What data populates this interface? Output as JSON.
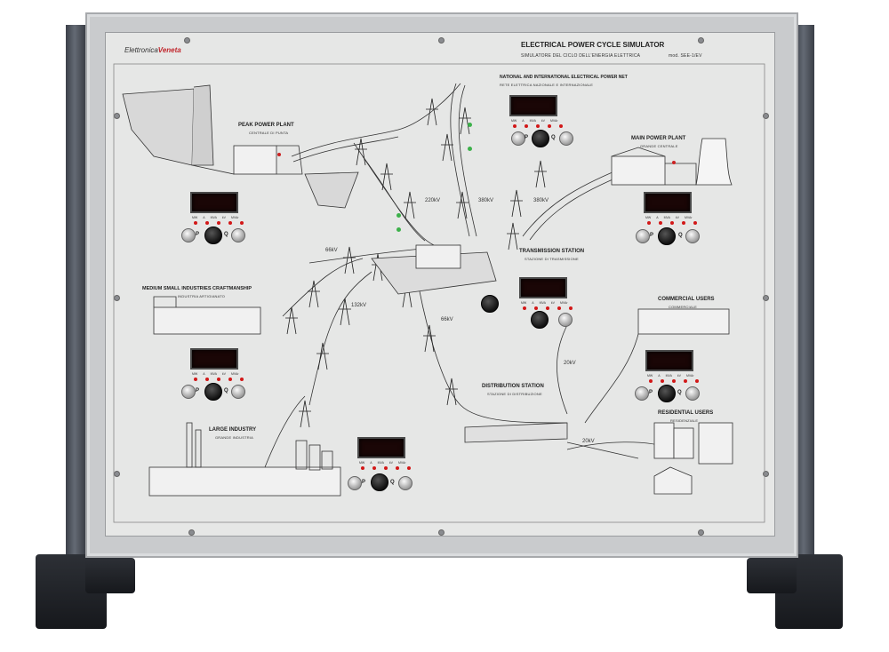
{
  "brand": {
    "prefix": "Elettronica",
    "suffix": "Veneta"
  },
  "header": {
    "title": "ELECTRICAL POWER CYCLE SIMULATOR",
    "subtitle": "SIMULATORE DEL CICLO DELL'ENERGIA ELETTRICA",
    "model": "mod. SEE-1/EV"
  },
  "sections": {
    "national_net": {
      "title": "NATIONAL AND INTERNATIONAL ELECTRICAL POWER NET",
      "subtitle": "RETE ELETTRICA NAZIONALE E INTERNAZIONALE"
    },
    "peak_plant": {
      "title": "PEAK POWER PLANT",
      "subtitle": "CENTRALE DI PUNTA"
    },
    "main_plant": {
      "title": "MAIN POWER PLANT",
      "subtitle": "GRANDE CENTRALE"
    },
    "transmission": {
      "title": "TRANSMISSION STATION",
      "subtitle": "STAZIONE DI TRASMISSIONE"
    },
    "medium_industries": {
      "title": "MEDIUM SMALL INDUSTRIES CRAFTMANSHIP",
      "subtitle": "INDUSTRIA ARTIGIANATO"
    },
    "commercial": {
      "title": "COMMERCIAL USERS",
      "subtitle": "COMMERCIALE"
    },
    "distribution": {
      "title": "DISTRIBUTION STATION",
      "subtitle": "STAZIONE DI DISTRIBUZIONE"
    },
    "residential": {
      "title": "RESIDENTIAL USERS",
      "subtitle": "RESIDENZIALE"
    },
    "large_industry": {
      "title": "LARGE INDUSTRY",
      "subtitle": "GRANDE INDUSTRIA"
    }
  },
  "voltages": {
    "v220": "220kV",
    "v380a": "380kV",
    "v380b": "380kV",
    "v66a": "66kV",
    "v132": "132kV",
    "v66b": "66kV",
    "v20a": "20kV",
    "v20b": "20kV"
  },
  "meter_units": [
    "MW",
    "A",
    "MVA",
    "kV",
    "MVAr"
  ],
  "pq": {
    "p": "P",
    "q": "Q"
  }
}
